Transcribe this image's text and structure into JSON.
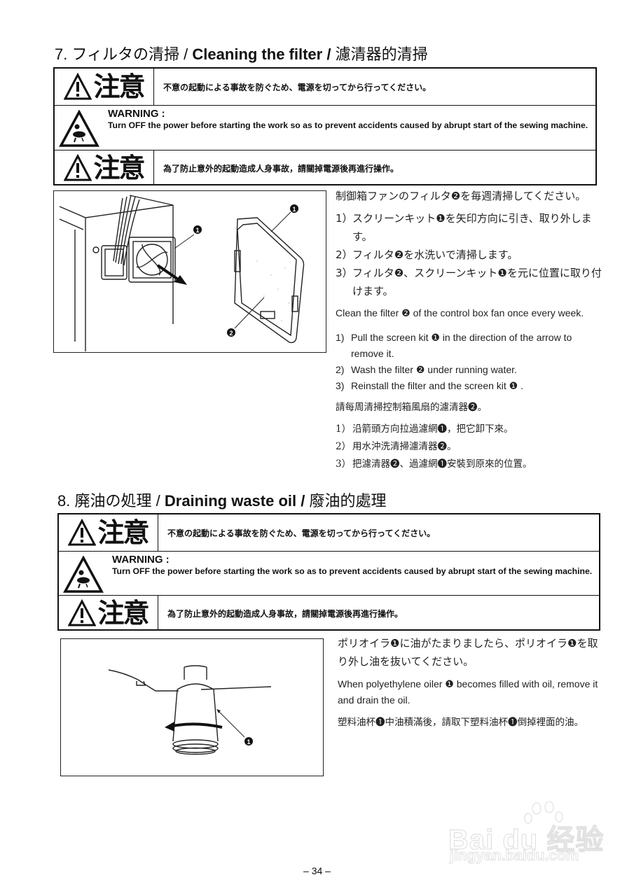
{
  "sections": [
    {
      "number": "7.",
      "title_jp": "フィルタの清掃",
      "separator": "/",
      "title_en": "Cleaning the filter",
      "title_zh": "濾清器的清掃",
      "safety": {
        "caution_jp_label": "注意",
        "caution_jp_text": "不意の起動による事故を防ぐため、電源を切ってから行ってください。",
        "warning_title": "WARNING :",
        "warning_text": "Turn OFF the power before starting the work so as to prevent accidents caused by abrupt start of the sewing machine.",
        "caution_zh_label": "注意",
        "caution_zh_text": "為了防止意外的起動造成人身事故，請關掉電源後再進行操作。"
      },
      "figure": {
        "description": "Control box with fan and screen kit being pulled out; separate filter panel",
        "callouts": [
          "❶",
          "❶",
          "❷"
        ]
      },
      "instructions_jp": {
        "intro": "制御箱ファンのフィルタ❷を毎週清掃してください。",
        "steps": [
          {
            "num": "1）",
            "text": "スクリーンキット❶を矢印方向に引き、取り外します。"
          },
          {
            "num": "2）",
            "text": "フィルタ❷を水洗いで清掃します。"
          },
          {
            "num": "3）",
            "text": "フィルタ❷、スクリーンキット❶を元に位置に取り付けます。"
          }
        ]
      },
      "instructions_en": {
        "intro": "Clean the filter ❷ of the control box fan once every week.",
        "steps": [
          {
            "num": "1)",
            "text": "Pull the screen kit ❶ in the direction of the arrow to remove it."
          },
          {
            "num": "2)",
            "text": "Wash the filter ❷ under running water."
          },
          {
            "num": "3)",
            "text": "Reinstall the filter and the screen kit ❶ ."
          }
        ]
      },
      "instructions_zh": {
        "intro": "請每周清掃控制箱風扇的濾清器❷。",
        "steps": [
          {
            "num": "1）",
            "text": "沿箭頭方向拉過濾網❶，把它卸下來。"
          },
          {
            "num": "2）",
            "text": "用水沖洗清掃濾清器❷。"
          },
          {
            "num": "3）",
            "text": "把濾清器❷、過濾網❶安裝到原來的位置。"
          }
        ]
      }
    },
    {
      "number": "8.",
      "title_jp": "廃油の処理",
      "separator": "/",
      "title_en": "Draining waste oil",
      "title_zh": "廢油的處理",
      "safety": {
        "caution_jp_label": "注意",
        "caution_jp_text": "不意の起動による事故を防ぐため、電源を切ってから行ってください。",
        "warning_title": "WARNING :",
        "warning_text": "Turn OFF the power before starting the work so as to prevent accidents caused by abrupt start of the sewing machine.",
        "caution_zh_label": "注意",
        "caution_zh_text": "為了防止意外的起動造成人身事故，請關掉電源後再進行操作。"
      },
      "figure": {
        "description": "Polyethylene oiler under machine bed with rotation arrow",
        "callouts": [
          "❶"
        ]
      },
      "instructions_jp": {
        "intro": "ポリオイラ❶に油がたまりましたら、ポリオイラ❶を取り外し油を抜いてください。"
      },
      "instructions_en": {
        "intro": "When polyethylene oiler ❶ becomes filled with oil, remove it and drain the oil."
      },
      "instructions_zh": {
        "intro": "塑料油杯❶中油積滿後，請取下塑料油杯❶倒掉裡面的油。"
      }
    }
  ],
  "footer": {
    "page_number": "– 34 –"
  },
  "watermark": {
    "logo": "Bai du 经验",
    "url": "jingyan.baidu.com"
  },
  "colors": {
    "ink": "#111111",
    "paper": "#ffffff",
    "watermark": "#c9c9c9"
  }
}
